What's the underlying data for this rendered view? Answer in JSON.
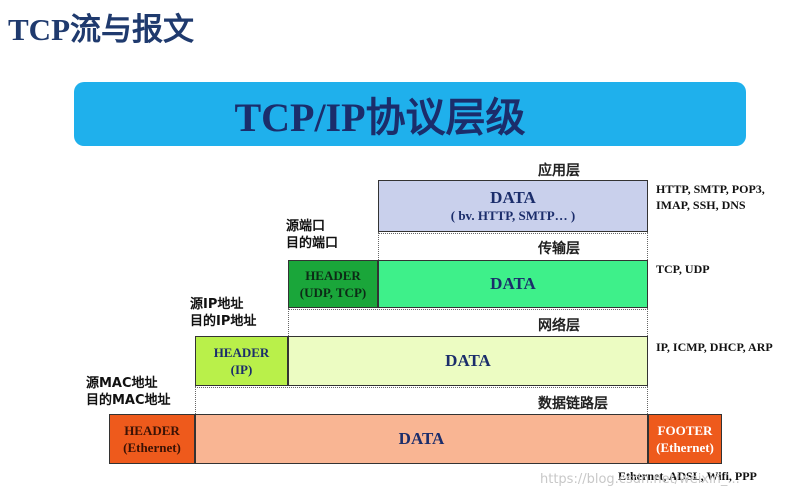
{
  "page_title": "TCP流与报文",
  "banner_title": "TCP/IP协议层级",
  "layers": {
    "application": {
      "name": "应用层",
      "data_label": "DATA",
      "data_sub": "( bv. HTTP, SMTP… )",
      "protocols_line1": "HTTP, SMTP, POP3,",
      "protocols_line2": "IMAP, SSH, DNS",
      "color": "#c9d0ec"
    },
    "transport": {
      "name": "传输层",
      "header_line1": "HEADER",
      "header_line2": "(UDP, TCP)",
      "data_label": "DATA",
      "protocols": "TCP, UDP",
      "side_label_line1": "源端口",
      "side_label_line2": "目的端口",
      "header_color": "#1aa63a",
      "data_color": "#3ef08a"
    },
    "network": {
      "name": "网络层",
      "header_line1": "HEADER",
      "header_line2": "(IP)",
      "data_label": "DATA",
      "protocols": "IP, ICMP, DHCP, ARP",
      "side_label_line1": "源IP地址",
      "side_label_line2": "目的IP地址",
      "header_color": "#b9f04a",
      "data_color": "#ecfcc2"
    },
    "link": {
      "name": "数据链路层",
      "header_line1": "HEADER",
      "header_line2": "(Ethernet)",
      "data_label": "DATA",
      "footer_line1": "FOOTER",
      "footer_line2": "(Ethernet)",
      "protocols": "Ethernet, ADSL, Wifi, PPP",
      "side_label_line1": "源MAC地址",
      "side_label_line2": "目的MAC地址",
      "header_color": "#ee5a1c",
      "data_color": "#f9b593"
    }
  },
  "watermark": "https://blog.csdn.net/weixin_..."
}
